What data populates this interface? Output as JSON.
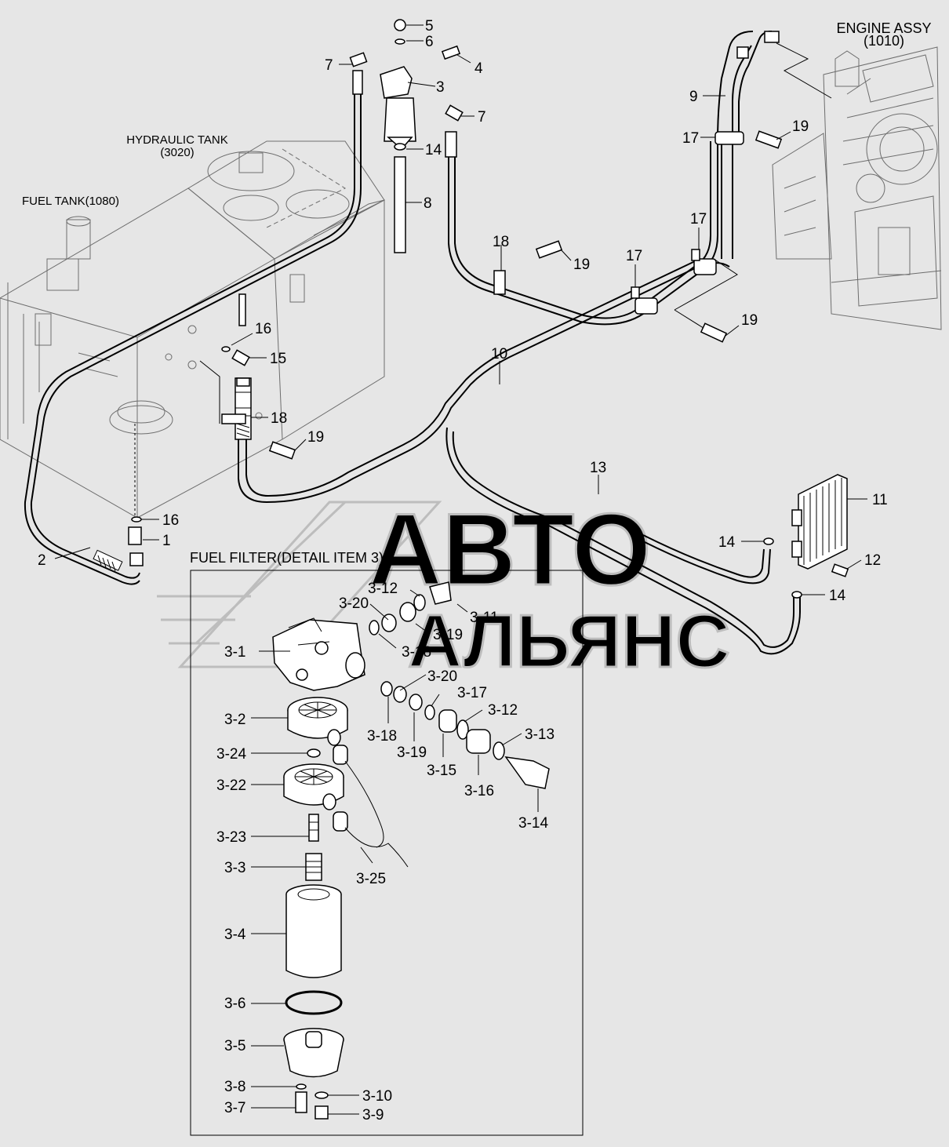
{
  "diagram": {
    "headings": {
      "engine": [
        "ENGINE ASSY",
        "(1010)"
      ],
      "hydraulic_tank": [
        "HYDRAULIC TANK",
        "(3020)"
      ],
      "fuel_tank": "FUEL TANK(1080)",
      "detail": "FUEL FILTER(DETAIL  ITEM 3)"
    },
    "watermark": [
      "АВТО",
      "АЛЬЯНС"
    ],
    "part_labels": {
      "p5": "5",
      "p6": "6",
      "p4": "4",
      "p3": "3",
      "p7a": "7",
      "p7b": "7",
      "p14a": "14",
      "p8": "8",
      "p9": "9",
      "p17a": "17",
      "p19a": "19",
      "p18a": "18",
      "p19b": "19",
      "p17b": "17",
      "p17c": "17",
      "p19c": "19",
      "p16a": "16",
      "p15": "15",
      "p18b": "18",
      "p19d": "19",
      "p10": "10",
      "p13": "13",
      "p11": "11",
      "p14b": "14",
      "p12": "12",
      "p14c": "14",
      "p16b": "16",
      "p1": "1",
      "p2": "2"
    },
    "detail_labels": {
      "d3_12a": "3-12",
      "d3_20a": "3-20",
      "d3_11": "3-11",
      "d3_19a": "3-19",
      "d3_18a": "3-18",
      "d3_1": "3-1",
      "d3_20b": "3-20",
      "d3_17": "3-17",
      "d3_12b": "3-12",
      "d3_13": "3-13",
      "d3_18b": "3-18",
      "d3_19b": "3-19",
      "d3_15": "3-15",
      "d3_16": "3-16",
      "d3_14": "3-14",
      "d3_2": "3-2",
      "d3_24": "3-24",
      "d3_22": "3-22",
      "d3_23": "3-23",
      "d3_3": "3-3",
      "d3_25": "3-25",
      "d3_4": "3-4",
      "d3_6": "3-6",
      "d3_5": "3-5",
      "d3_8": "3-8",
      "d3_10": "3-10",
      "d3_7": "3-7",
      "d3_9": "3-9"
    }
  }
}
